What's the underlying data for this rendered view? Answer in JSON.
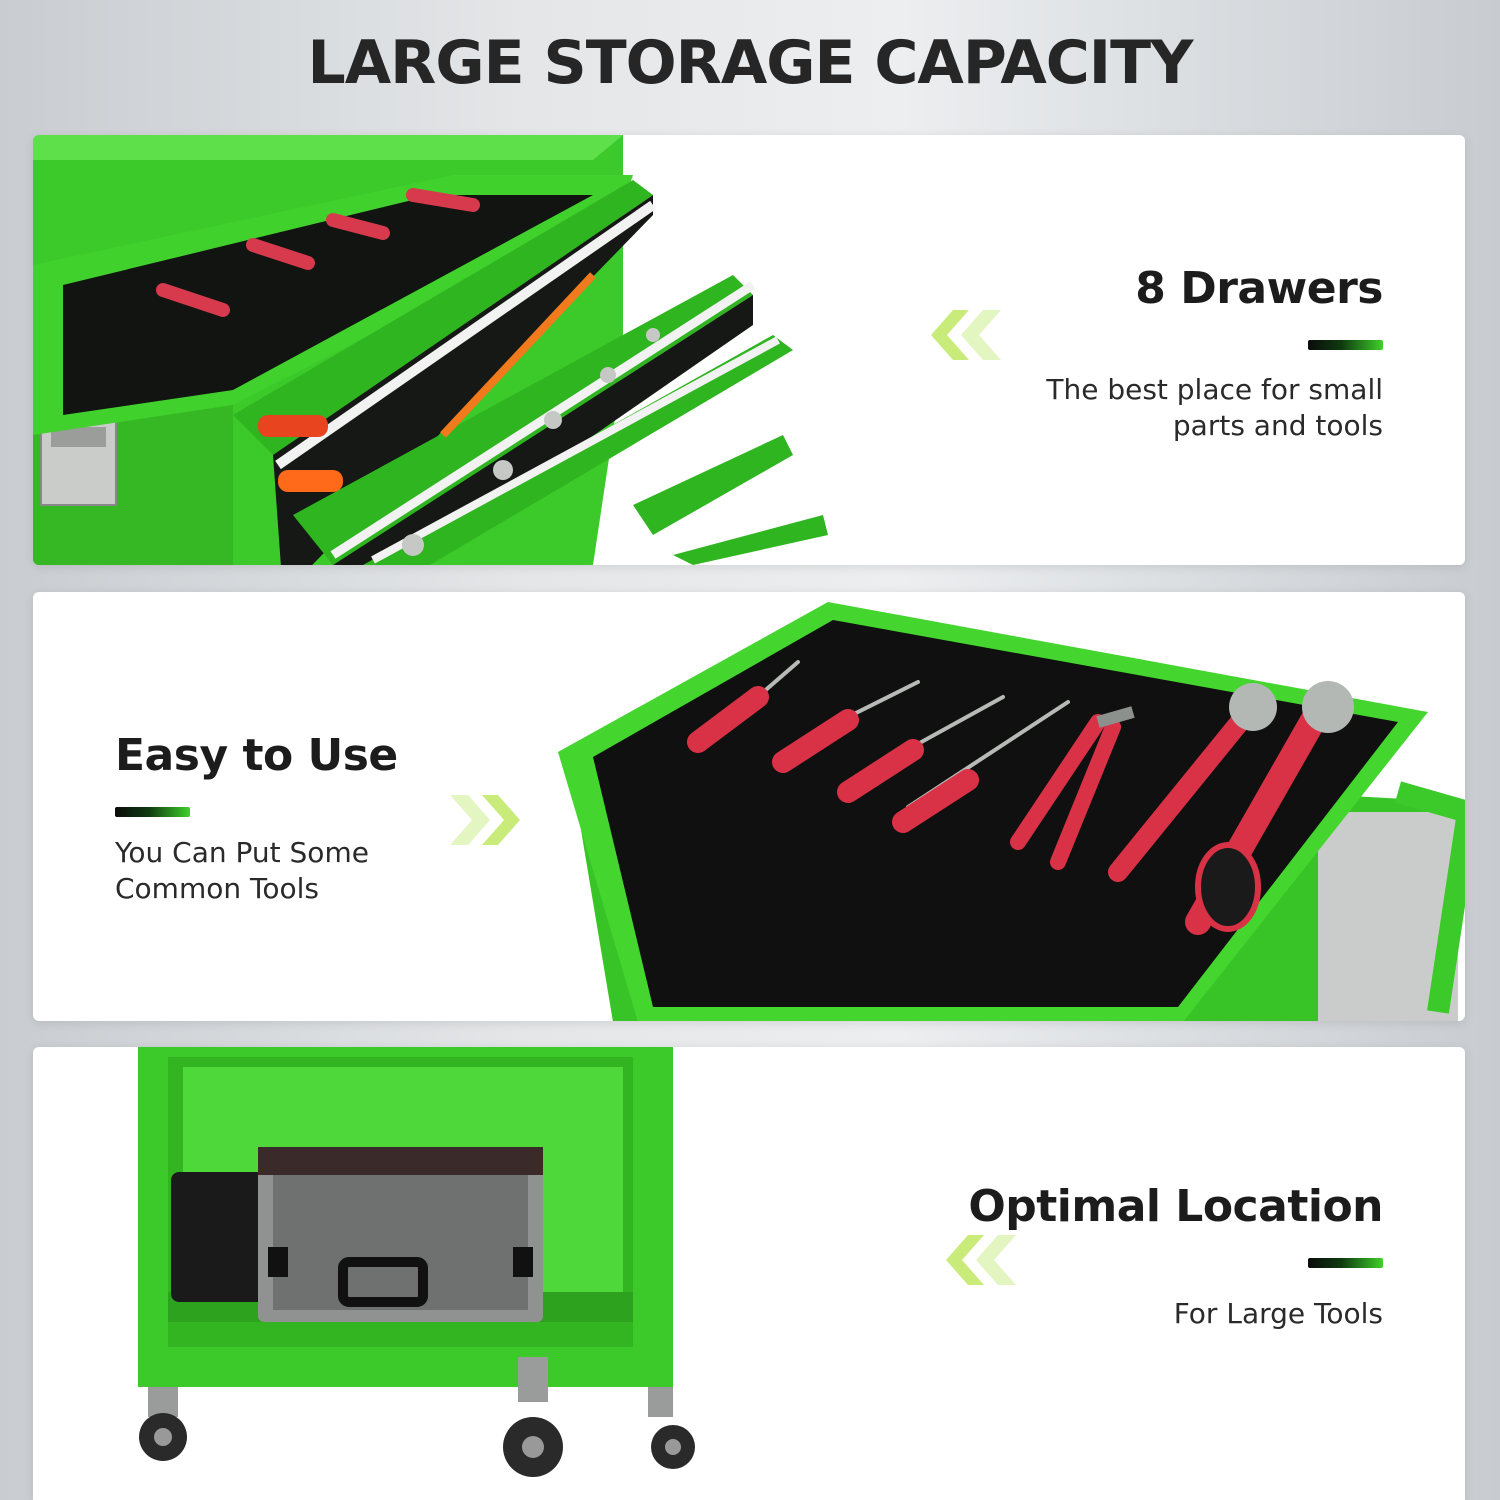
{
  "headline": "LARGE STORAGE CAPACITY",
  "colors": {
    "brand_green": "#3fd12a",
    "accent_dark": "#0b0b0b",
    "chevron_green": "#b9e36a",
    "text_dark": "#1c1c1c"
  },
  "features": [
    {
      "title": "8 Drawers",
      "description_lines": [
        "The best place for small",
        "parts and tools"
      ],
      "chevron_icon": "double-chevron-left-icon",
      "image": "tool-cart-open-drawers-photo"
    },
    {
      "title": "Easy to Use",
      "description_lines": [
        "You Can Put Some",
        "Common Tools"
      ],
      "chevron_icon": "double-chevron-right-icon",
      "image": "tool-cart-top-tray-photo"
    },
    {
      "title": "Optimal Location",
      "description_lines": [
        "For Large Tools"
      ],
      "chevron_icon": "double-chevron-left-icon",
      "image": "tool-cart-bottom-cabinet-photo"
    }
  ]
}
